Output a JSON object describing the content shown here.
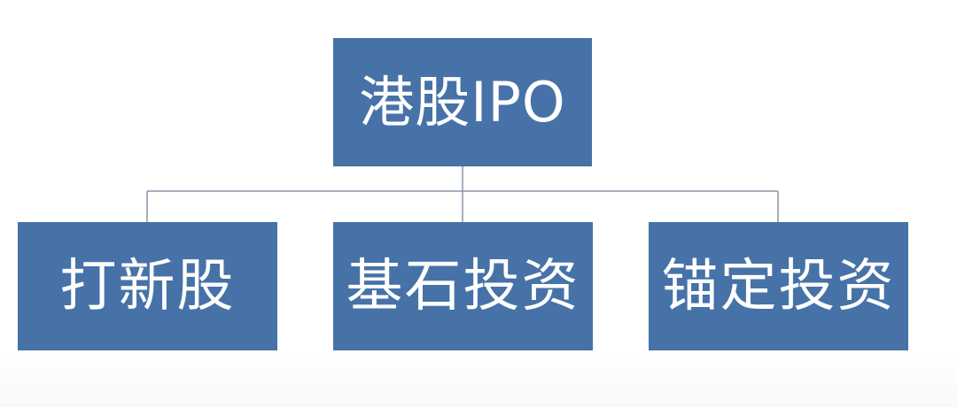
{
  "diagram": {
    "colors": {
      "box": "#4672A8",
      "text": "#ffffff",
      "connector": "#8a96a8"
    },
    "root": {
      "label": "港股IPO"
    },
    "children": [
      {
        "label": "打新股"
      },
      {
        "label": "基石投资"
      },
      {
        "label": "锚定投资"
      }
    ]
  }
}
